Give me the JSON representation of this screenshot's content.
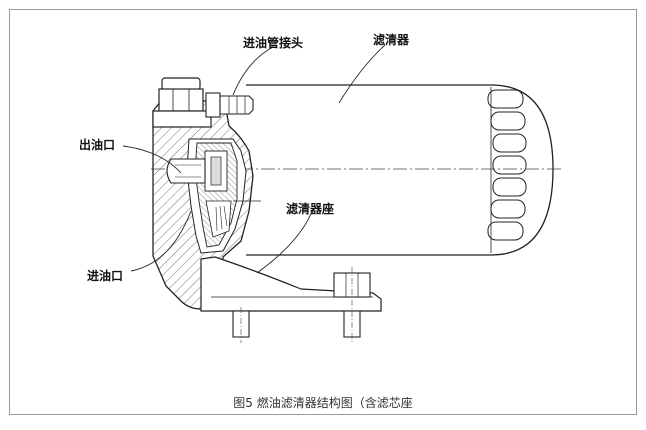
{
  "labels": {
    "inlet_fitting": "进油管接头",
    "filter": "滤清器",
    "outlet": "出油口",
    "filter_seat": "滤清器座",
    "inlet": "进油口"
  },
  "caption": "图5  燃油滤清器结构图（含滤芯座"
}
